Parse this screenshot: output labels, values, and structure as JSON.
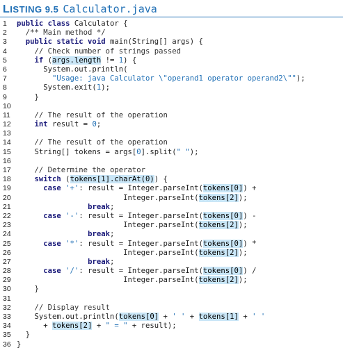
{
  "listing": {
    "label_prefix": "L",
    "label_rest": "ISTING",
    "number": "9.5",
    "filename": "Calculator.java"
  },
  "code_lines": [
    {
      "n": "1",
      "tokens": [
        [
          "k",
          "public class "
        ],
        [
          "t",
          "Calculator {"
        ]
      ]
    },
    {
      "n": "2",
      "tokens": [
        [
          "t",
          "  "
        ],
        [
          "c",
          "/** Main method */"
        ]
      ]
    },
    {
      "n": "3",
      "tokens": [
        [
          "t",
          "  "
        ],
        [
          "k",
          "public static void "
        ],
        [
          "t",
          "main(String[] args) {"
        ]
      ]
    },
    {
      "n": "4",
      "tokens": [
        [
          "t",
          "    "
        ],
        [
          "c",
          "// Check number of strings passed"
        ]
      ]
    },
    {
      "n": "5",
      "tokens": [
        [
          "t",
          "    "
        ],
        [
          "k",
          "if "
        ],
        [
          "t",
          "("
        ],
        [
          "h",
          "args.length"
        ],
        [
          "t",
          " != "
        ],
        [
          "s",
          "1"
        ],
        [
          "t",
          ") {"
        ]
      ]
    },
    {
      "n": "6",
      "tokens": [
        [
          "t",
          "      System.out.println("
        ]
      ]
    },
    {
      "n": "7",
      "tokens": [
        [
          "t",
          "        "
        ],
        [
          "s",
          "\"Usage: java Calculator \\\"operand1 operator operand2\\\"\""
        ],
        [
          "t",
          ");"
        ]
      ]
    },
    {
      "n": "8",
      "tokens": [
        [
          "t",
          "      System.exit("
        ],
        [
          "s",
          "1"
        ],
        [
          "t",
          ");"
        ]
      ]
    },
    {
      "n": "9",
      "tokens": [
        [
          "t",
          "    }"
        ]
      ]
    },
    {
      "n": "10",
      "tokens": []
    },
    {
      "n": "11",
      "tokens": [
        [
          "t",
          "    "
        ],
        [
          "c",
          "// The result of the operation"
        ]
      ]
    },
    {
      "n": "12",
      "tokens": [
        [
          "t",
          "    "
        ],
        [
          "k",
          "int "
        ],
        [
          "t",
          "result = "
        ],
        [
          "s",
          "0"
        ],
        [
          "t",
          ";"
        ]
      ]
    },
    {
      "n": "13",
      "tokens": []
    },
    {
      "n": "14",
      "tokens": [
        [
          "t",
          "    "
        ],
        [
          "c",
          "// The result of the operation"
        ]
      ]
    },
    {
      "n": "15",
      "tokens": [
        [
          "t",
          "    String[] tokens = args["
        ],
        [
          "s",
          "0"
        ],
        [
          "t",
          "].split("
        ],
        [
          "s",
          "\" \""
        ],
        [
          "t",
          ");"
        ]
      ]
    },
    {
      "n": "16",
      "tokens": []
    },
    {
      "n": "17",
      "tokens": [
        [
          "t",
          "    "
        ],
        [
          "c",
          "// Determine the operator"
        ]
      ]
    },
    {
      "n": "18",
      "tokens": [
        [
          "t",
          "    "
        ],
        [
          "k",
          "switch "
        ],
        [
          "t",
          "("
        ],
        [
          "h",
          "tokens[1].charAt(0)"
        ],
        [
          "t",
          ") {"
        ]
      ]
    },
    {
      "n": "19",
      "tokens": [
        [
          "t",
          "      "
        ],
        [
          "k",
          "case "
        ],
        [
          "s",
          "'+'"
        ],
        [
          "t",
          ": result = Integer.parseInt("
        ],
        [
          "h",
          "tokens[0]"
        ],
        [
          "t",
          ") +"
        ]
      ]
    },
    {
      "n": "20",
      "tokens": [
        [
          "t",
          "                        Integer.parseInt("
        ],
        [
          "h",
          "tokens[2]"
        ],
        [
          "t",
          ");"
        ]
      ]
    },
    {
      "n": "21",
      "tokens": [
        [
          "t",
          "                "
        ],
        [
          "k",
          "break"
        ],
        [
          "t",
          ";"
        ]
      ]
    },
    {
      "n": "22",
      "tokens": [
        [
          "t",
          "      "
        ],
        [
          "k",
          "case "
        ],
        [
          "s",
          "'-'"
        ],
        [
          "t",
          ": result = Integer.parseInt("
        ],
        [
          "h",
          "tokens[0]"
        ],
        [
          "t",
          ") -"
        ]
      ]
    },
    {
      "n": "23",
      "tokens": [
        [
          "t",
          "                        Integer.parseInt("
        ],
        [
          "h",
          "tokens[2]"
        ],
        [
          "t",
          ");"
        ]
      ]
    },
    {
      "n": "24",
      "tokens": [
        [
          "t",
          "                "
        ],
        [
          "k",
          "break"
        ],
        [
          "t",
          ";"
        ]
      ]
    },
    {
      "n": "25",
      "tokens": [
        [
          "t",
          "      "
        ],
        [
          "k",
          "case "
        ],
        [
          "s",
          "'*'"
        ],
        [
          "t",
          ": result = Integer.parseInt("
        ],
        [
          "h",
          "tokens[0]"
        ],
        [
          "t",
          ") *"
        ]
      ]
    },
    {
      "n": "26",
      "tokens": [
        [
          "t",
          "                        Integer.parseInt("
        ],
        [
          "h",
          "tokens[2]"
        ],
        [
          "t",
          ");"
        ]
      ]
    },
    {
      "n": "27",
      "tokens": [
        [
          "t",
          "                "
        ],
        [
          "k",
          "break"
        ],
        [
          "t",
          ";"
        ]
      ]
    },
    {
      "n": "28",
      "tokens": [
        [
          "t",
          "      "
        ],
        [
          "k",
          "case "
        ],
        [
          "s",
          "'/'"
        ],
        [
          "t",
          ": result = Integer.parseInt("
        ],
        [
          "h",
          "tokens[0]"
        ],
        [
          "t",
          ") /"
        ]
      ]
    },
    {
      "n": "29",
      "tokens": [
        [
          "t",
          "                        Integer.parseInt("
        ],
        [
          "h",
          "tokens[2]"
        ],
        [
          "t",
          ");"
        ]
      ]
    },
    {
      "n": "30",
      "tokens": [
        [
          "t",
          "    }"
        ]
      ]
    },
    {
      "n": "31",
      "tokens": []
    },
    {
      "n": "32",
      "tokens": [
        [
          "t",
          "    "
        ],
        [
          "c",
          "// Display result"
        ]
      ]
    },
    {
      "n": "33",
      "tokens": [
        [
          "t",
          "    System.out.println("
        ],
        [
          "h",
          "tokens[0]"
        ],
        [
          "t",
          " + "
        ],
        [
          "s",
          "' '"
        ],
        [
          "t",
          " + "
        ],
        [
          "h",
          "tokens[1]"
        ],
        [
          "t",
          " + "
        ],
        [
          "s",
          "' '"
        ]
      ]
    },
    {
      "n": "34",
      "tokens": [
        [
          "t",
          "      + "
        ],
        [
          "h",
          "tokens[2]"
        ],
        [
          "t",
          " + "
        ],
        [
          "s",
          "\" = \""
        ],
        [
          "t",
          " + result);"
        ]
      ]
    },
    {
      "n": "35",
      "tokens": [
        [
          "t",
          "  }"
        ]
      ]
    },
    {
      "n": "36",
      "tokens": [
        [
          "t",
          "}"
        ]
      ]
    }
  ],
  "colors": {
    "accent": "#1f6fb5",
    "keyword": "#1a1a7a",
    "highlight": "#c9e6f7"
  }
}
